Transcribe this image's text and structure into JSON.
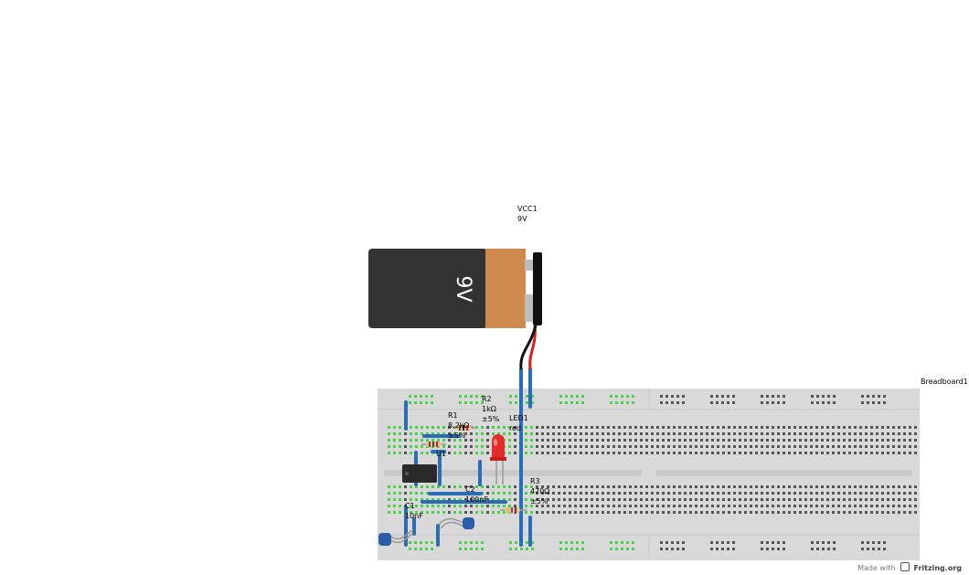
{
  "battery": {
    "ref": "VCC1",
    "voltage": "9V",
    "face_text": "9V"
  },
  "breadboard": {
    "ref": "Breadboard1"
  },
  "components": {
    "r1": {
      "ref": "R1",
      "value": "8.2kΩ",
      "tol": "±5%"
    },
    "r2": {
      "ref": "R2",
      "value": "1kΩ",
      "tol": "±5%"
    },
    "r3": {
      "ref": "R3",
      "value": "470Ω",
      "tol": "±5%"
    },
    "led": {
      "ref": "LED1",
      "color": "red"
    },
    "ic": {
      "ref": "U1"
    },
    "c1": {
      "ref": "C1",
      "value": "10nF"
    },
    "c2": {
      "ref": "C2",
      "value": "100nF"
    }
  },
  "footer": {
    "made_with": "Made with",
    "brand": "Fritzing.org"
  }
}
